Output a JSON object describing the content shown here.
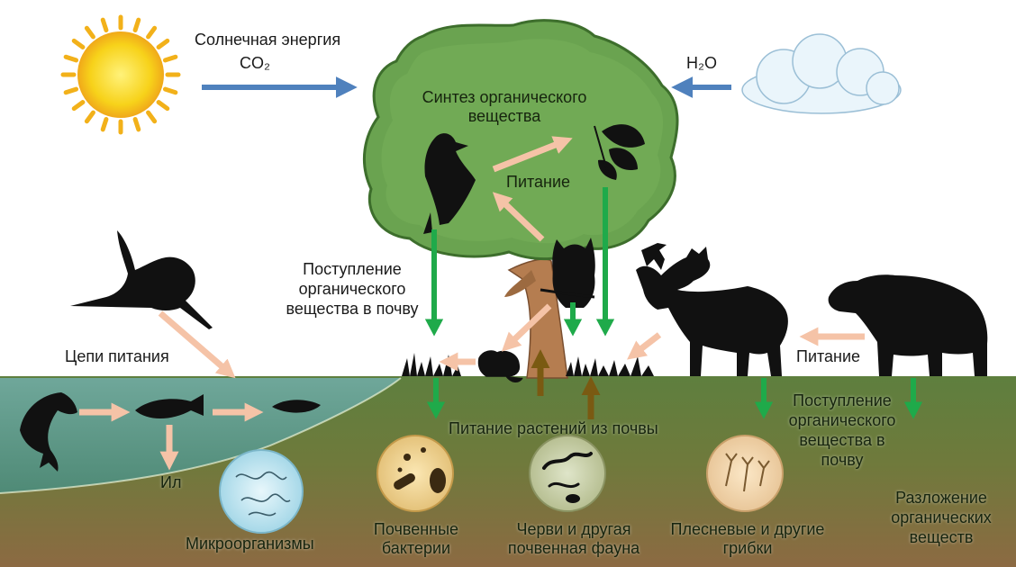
{
  "colors": {
    "sky": "#ffffff",
    "tree": "#6aa350",
    "soil_top": "#5e7f3e",
    "soil_bottom": "#8c6a42",
    "water": "#6fa79a",
    "arrow_blue": "#4f81bd",
    "arrow_green": "#1faa4a",
    "arrow_peach": "#f5c3a7",
    "arrow_brown": "#7a5a12",
    "silhouette": "#111111",
    "sun": "#f7d21a"
  },
  "labels": {
    "solar_energy": "Солнечная энергия",
    "co2": "CO₂",
    "h2o": "H₂O",
    "synthesis": [
      "Синтез органического",
      "вещества"
    ],
    "nutrition_tree": "Питание",
    "input_left": [
      "Поступление",
      "органического",
      "вещества в почву"
    ],
    "food_chains": "Цепи питания",
    "nutrition_bear": "Питание",
    "input_right": [
      "Поступление",
      "органического",
      "вещества в",
      "почву"
    ],
    "plant_nutrition": "Питание растений из почвы",
    "silt": "Ил",
    "microorganisms": "Микроорганизмы",
    "bacteria": [
      "Почвенные",
      "бактерии"
    ],
    "worms": [
      "Черви и другая",
      "почвенная фауна"
    ],
    "fungi": [
      "Плесневые и другие",
      "грибки"
    ],
    "decomposition": [
      "Разложение",
      "органических",
      "веществ"
    ]
  },
  "organisms": [
    "sun-icon",
    "cloud-icon",
    "tree-icon",
    "woodpecker-icon",
    "leaves-icon",
    "owl-icon",
    "moose-icon",
    "bear-icon",
    "crane-icon",
    "pike-icon",
    "fish-icon",
    "small-fish-icon",
    "mouse-icon",
    "grass-icon"
  ]
}
